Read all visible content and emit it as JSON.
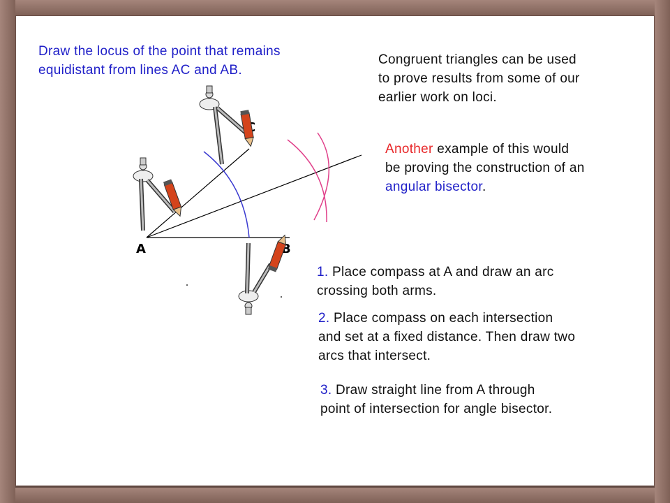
{
  "intro": {
    "line1": "Draw the locus of the point that remains",
    "line2": "equidistant from lines AC and AB."
  },
  "congruent": {
    "line1": "Congruent triangles can be used",
    "line2": "to prove results from some of our",
    "line3": "earlier work on loci."
  },
  "another": {
    "word": "Another",
    "rest1": " example of this would",
    "line2": "be proving the construction of an",
    "bisector": "angular bisector",
    "end": "."
  },
  "steps": [
    {
      "num": "1.",
      "line1": " Place compass at A and draw an arc",
      "line2": "crossing both arms."
    },
    {
      "num": "2.",
      "line1": " Place compass on each intersection",
      "line2": "and set at a fixed distance. Then draw two",
      "line3": "arcs that intersect."
    },
    {
      "num": "3.",
      "line1": " Draw straight line from A through",
      "line2": "point of intersection for angle bisector."
    }
  ],
  "labels": {
    "a": "A",
    "b": "B",
    "c": "C"
  },
  "colors": {
    "blue": "#1f1fc8",
    "red": "#e8282a",
    "arc_blue": "#3a3ad0",
    "arc_pink": "#e0408a",
    "frame": "#8c6a60"
  },
  "icons": [
    "compass-icon",
    "pencil-icon"
  ]
}
